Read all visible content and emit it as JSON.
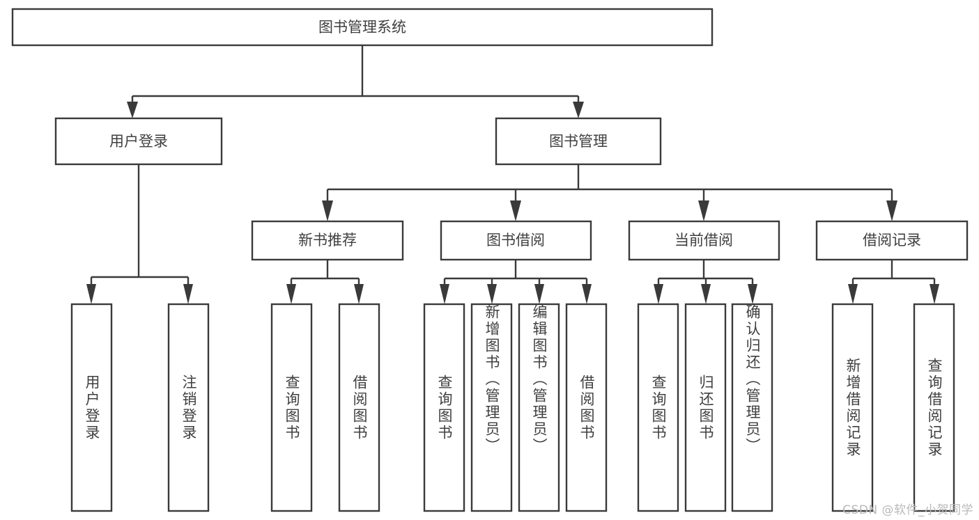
{
  "diagram": {
    "type": "hierarchy-tree",
    "title": "图书管理系统",
    "watermark": "CSDN @软件_小贺同学",
    "colors": {
      "background": "#ffffff",
      "stroke": "#3a3a3a",
      "text": "#3f3f3f",
      "watermark": "#b9b9b9"
    },
    "levels": {
      "root": "图书管理系统",
      "level2": [
        "用户登录",
        "图书管理"
      ],
      "level3": [
        "新书推荐",
        "图书借阅",
        "当前借阅",
        "借阅记录"
      ]
    },
    "nodes": {
      "root": {
        "label": "图书管理系统",
        "level": 1
      },
      "user_login": {
        "label": "用户登录",
        "level": 2
      },
      "book_manage": {
        "label": "图书管理",
        "level": 2
      },
      "new_book_rec": {
        "label": "新书推荐",
        "level": 3
      },
      "book_borrow": {
        "label": "图书借阅",
        "level": 3
      },
      "current_borrow": {
        "label": "当前借阅",
        "level": 3
      },
      "borrow_record": {
        "label": "借阅记录",
        "level": 3
      }
    },
    "leaves": {
      "user_login": [
        {
          "label": "用户登录"
        },
        {
          "label": "注销登录"
        }
      ],
      "new_book_rec": [
        {
          "label": "查询图书"
        },
        {
          "label": "借阅图书"
        }
      ],
      "book_borrow": [
        {
          "label": "查询图书"
        },
        {
          "label": "新增图书（管理员）"
        },
        {
          "label": "编辑图书（管理员）"
        },
        {
          "label": "借阅图书"
        }
      ],
      "current_borrow": [
        {
          "label": "查询图书"
        },
        {
          "label": "归还图书"
        },
        {
          "label": "确认归还（管理员）"
        }
      ],
      "borrow_record": [
        {
          "label": "新增借阅记录"
        },
        {
          "label": "查询借阅记录"
        }
      ]
    }
  }
}
